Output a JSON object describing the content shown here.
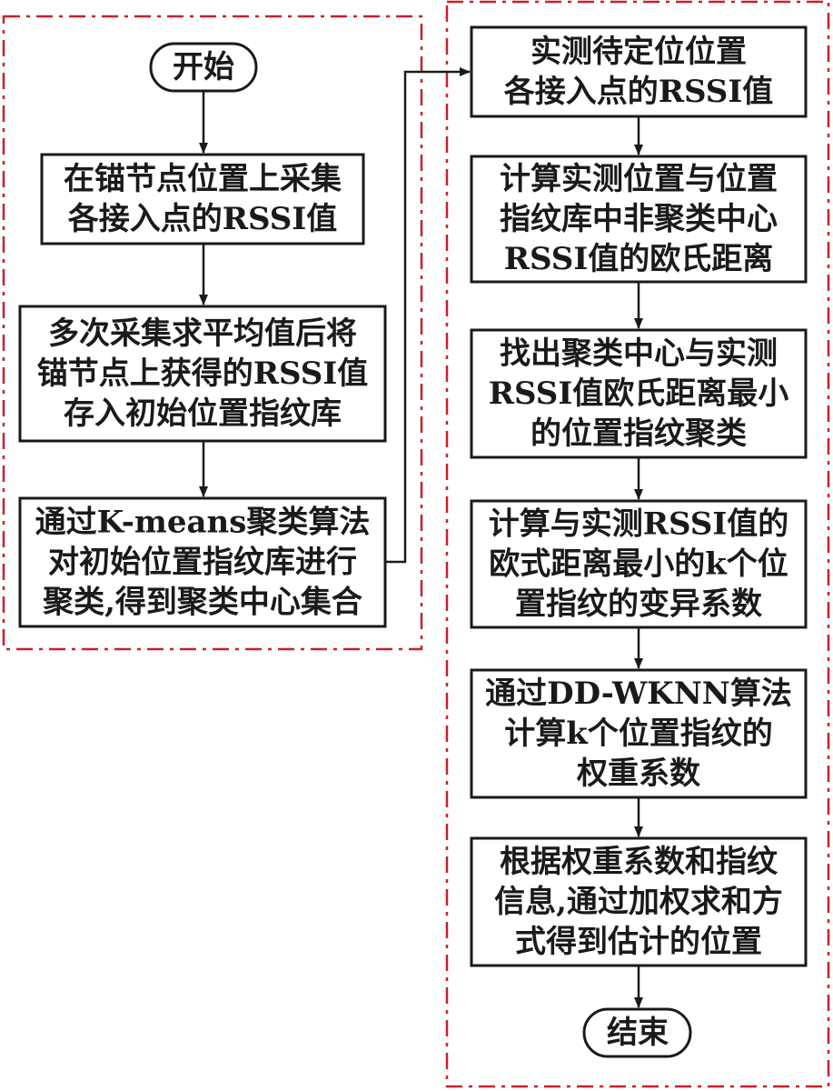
{
  "colors": {
    "group_border": "#c8202a",
    "stroke": "#1a1a1a"
  },
  "start": "开始",
  "end": "结束",
  "left_steps": [
    {
      "lines": [
        "在锚节点位置上采集",
        "各接入点的RSSI值"
      ]
    },
    {
      "lines": [
        "多次采集求平均值后将",
        "锚节点上获得的RSSI值",
        "存入初始位置指纹库"
      ]
    },
    {
      "lines": [
        "通过K-means聚类算法",
        "对初始位置指纹库进行",
        "聚类,得到聚类中心集合"
      ]
    }
  ],
  "right_steps": [
    {
      "lines": [
        "实测待定位位置",
        "各接入点的RSSI值"
      ]
    },
    {
      "lines": [
        "计算实测位置与位置",
        "指纹库中非聚类中心",
        "RSSI值的欧氏距离"
      ]
    },
    {
      "lines": [
        "找出聚类中心与实测",
        "RSSI值欧氏距离最小",
        "的位置指纹聚类"
      ]
    },
    {
      "lines": [
        "计算与实测RSSI值的",
        "欧式距离最小的k个位",
        "置指纹的变异系数"
      ]
    },
    {
      "lines": [
        "通过DD-WKNN算法",
        "计算k个位置指纹的",
        "权重系数"
      ]
    },
    {
      "lines": [
        "根据权重系数和指纹",
        "信息,通过加权求和方",
        "式得到估计的位置"
      ]
    }
  ]
}
